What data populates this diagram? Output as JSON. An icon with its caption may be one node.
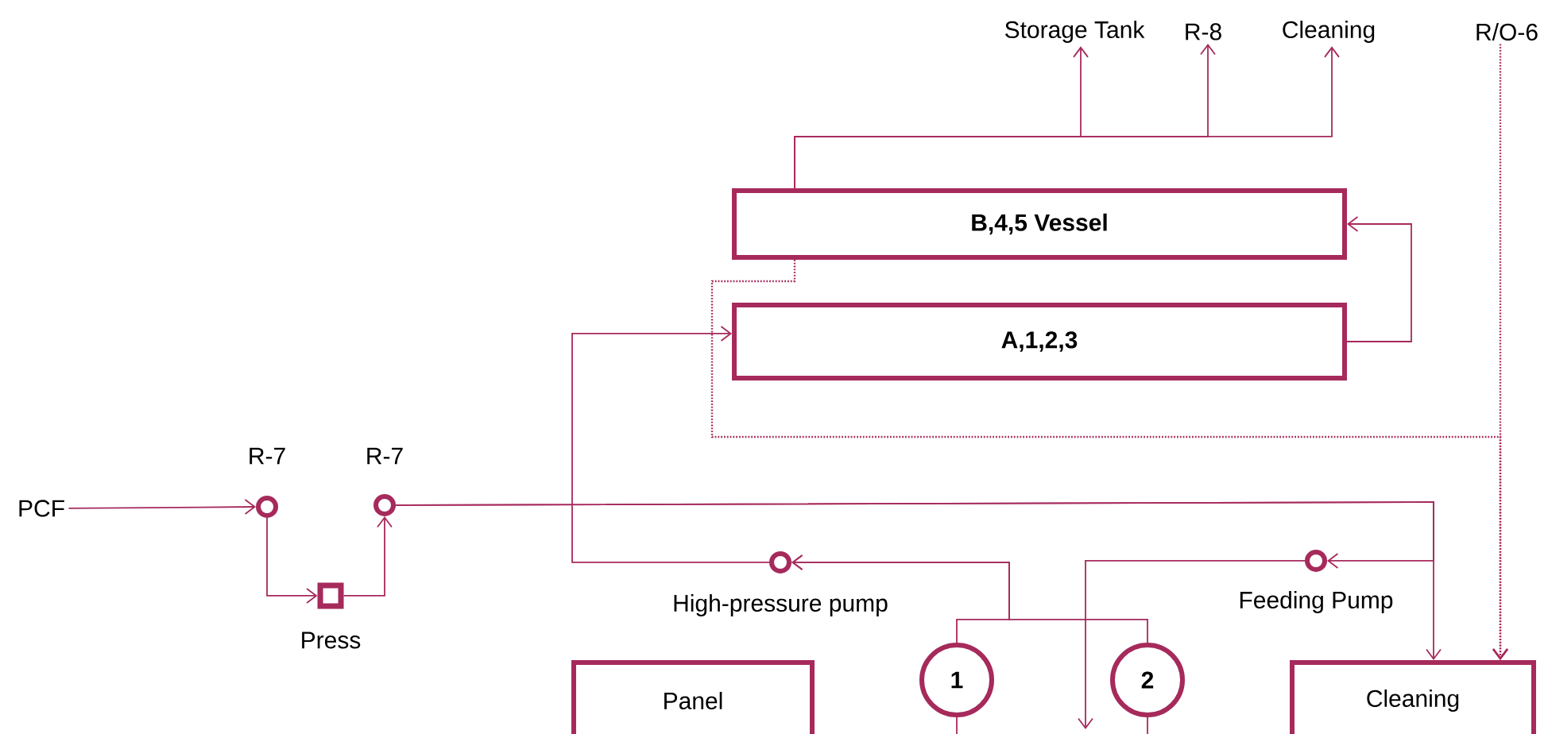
{
  "diagram": {
    "nodes": [
      {
        "text": [
          "Storage Tank"
        ]
      },
      {
        "text": [
          "R-8"
        ]
      },
      {
        "text": [
          "Cleaning"
        ]
      },
      {
        "text": [
          "R/O-6"
        ]
      },
      {
        "text": [
          "B,4,5 Vessel"
        ]
      },
      {
        "text": [
          "A,1,2,3"
        ]
      },
      {
        "text": [
          "PCF"
        ]
      },
      {
        "text": [],
        "shape": "circle",
        "beside": [
          "R-7"
        ]
      },
      {
        "text": [],
        "shape": "circle",
        "beside": [
          "R-7"
        ]
      },
      {
        "text": [],
        "shape": "box",
        "beside": [
          "Press"
        ]
      },
      {
        "text": [],
        "shape": "circle",
        "beside": [
          "High-pressure pump"
        ]
      },
      {
        "text": [],
        "shape": "circle",
        "beside": [
          "Feeding Pump"
        ]
      },
      {
        "text": [
          "Panel"
        ]
      },
      {
        "text": [
          "1"
        ]
      },
      {
        "text": [
          "2"
        ]
      },
      {
        "text": [
          "Cleaning"
        ]
      }
    ],
    "edges": [
      {
        "from": 6,
        "to": 7,
        "arrow": "to"
      },
      {
        "from": 7,
        "to": 9,
        "arrow": "to"
      },
      {
        "from": 9,
        "to": 8,
        "arrow": "to"
      },
      {
        "from": 8,
        "to": 15,
        "arrow": "to"
      },
      {
        "from": 8,
        "to": 11,
        "arrow": "to"
      },
      {
        "from": 11,
        "to": null,
        "arrow": "to"
      },
      {
        "from": 13,
        "to": 10,
        "arrow": "to"
      },
      {
        "from": 14,
        "to": 10,
        "arrow": "to"
      },
      {
        "from": 10,
        "to": 5,
        "arrow": "to"
      },
      {
        "from": 5,
        "to": 4,
        "arrow": "to"
      },
      {
        "from": 4,
        "to": 0,
        "arrow": "to"
      },
      {
        "from": 4,
        "to": 1,
        "arrow": "to"
      },
      {
        "from": 4,
        "to": 2,
        "arrow": "to"
      },
      {
        "from": 4,
        "to": 15,
        "arrow": "to",
        "style": "dashed"
      },
      {
        "from": 3,
        "to": 15,
        "arrow": "to",
        "style": "dashed"
      },
      {
        "from": 13,
        "to": null,
        "arrow": "none"
      },
      {
        "from": 14,
        "to": null,
        "arrow": "none"
      }
    ]
  }
}
